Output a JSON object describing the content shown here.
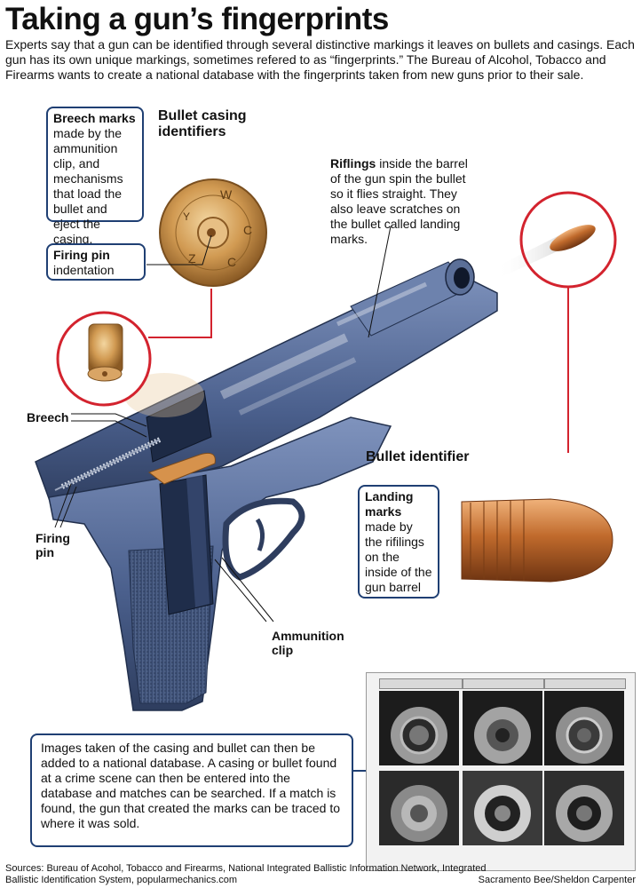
{
  "title": "Taking a gun’s fingerprints",
  "intro": "Experts say that a gun can be identified through several distinctive markings it leaves on bullets and casings. Each gun has its own unique markings, sometimes refered to as “fingerprints.” The Bureau of Alcohol, Tobacco and Firearms wants to create a national database with the fingerprints taken from new guns prior to their sale.",
  "casing": {
    "heading_line1": "Bullet casing",
    "heading_line2": "identifiers",
    "breech_title": "Breech marks",
    "breech_text": "made by the ammunition clip, and mechanisms that load the bullet and eject the casing.",
    "pin_title": "Firing pin",
    "pin_text": "indentation",
    "headstamp": [
      "W",
      "C",
      "C",
      "Z",
      "Y"
    ]
  },
  "riflings": {
    "title": "Riflings",
    "text": " inside the barrel of the gun spin the bullet so it flies straight. They also leave scratches on the bullet called landing marks."
  },
  "bullet": {
    "heading": "Bullet identifier",
    "landing_title_1": "Landing",
    "landing_title_2": "marks",
    "landing_text": "made by the rifilings on the inside of the gun barrel"
  },
  "gun_labels": {
    "breech": "Breech",
    "firing_pin_1": "Firing",
    "firing_pin_2": "pin",
    "clip_1": "Ammunition",
    "clip_2": "clip"
  },
  "database_text": "Images taken of the casing and bullet can then be added to a national database. A casing or bullet found at a crime scene can then be entered into the database and matches can be searched. If a match is found, the gun that created the marks can be traced to where it was sold.",
  "sources": "Sources: Bureau of Acohol, Tobacco and Firearms, National Integrated Ballistic Information Network, Integrated Ballistic Identification System, popularmechanics.com",
  "credit": "Sacramento Bee/Sheldon Carpenter",
  "colors": {
    "accent_red": "#d3232e",
    "box_border": "#1f3f73",
    "gun_steel": "#4a5f8c",
    "copper": "#c97a3c"
  }
}
